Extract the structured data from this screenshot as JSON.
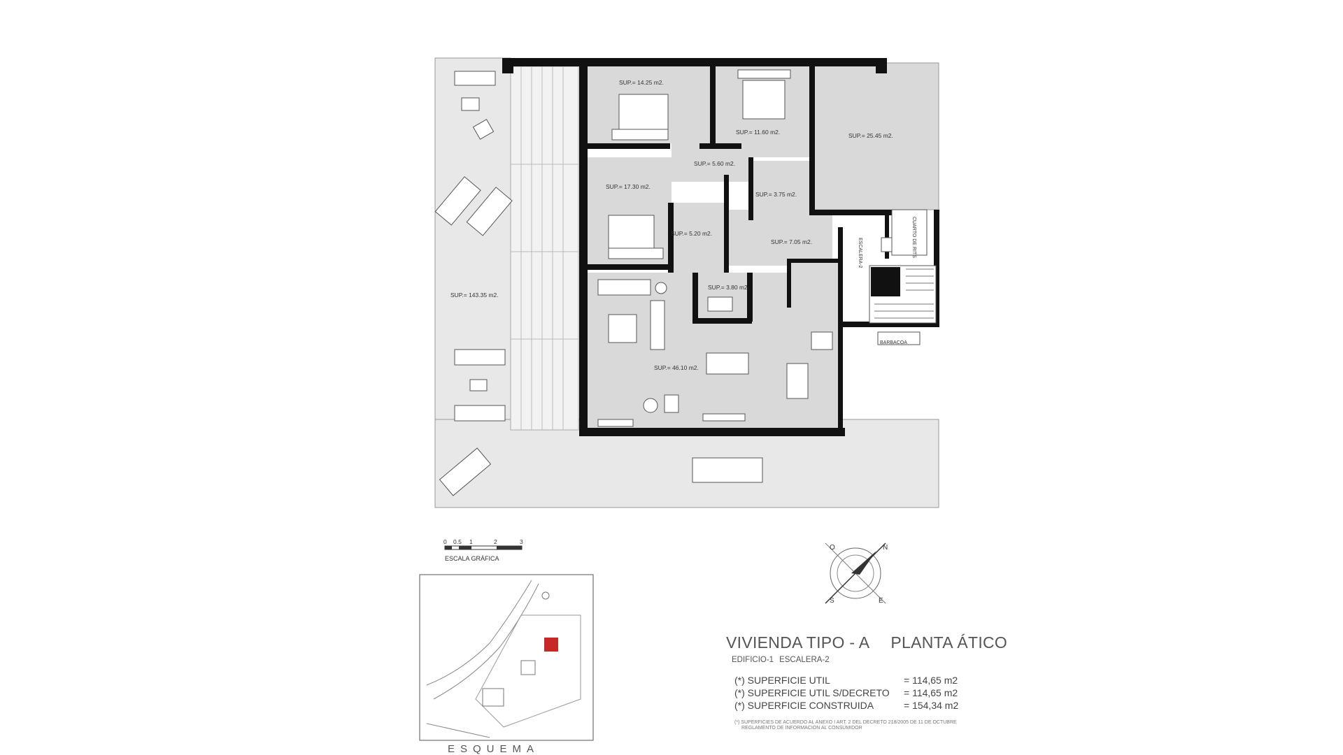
{
  "plan": {
    "rooms": [
      {
        "id": "bed1",
        "label": "SUP.= 14.25 m2."
      },
      {
        "id": "bed2",
        "label": "SUP.= 11.60 m2."
      },
      {
        "id": "terrace-ne",
        "label": "SUP.= 25.45 m2."
      },
      {
        "id": "hall",
        "label": "SUP.= 5.60 m2."
      },
      {
        "id": "bed3",
        "label": "SUP.= 17.30 m2."
      },
      {
        "id": "bath1",
        "label": "SUP.= 3.75 m2."
      },
      {
        "id": "bath2",
        "label": "SUP.= 5.20 m2."
      },
      {
        "id": "entry",
        "label": "SUP.= 7.05 m2."
      },
      {
        "id": "laundry",
        "label": "SUP.= 3.80 m2."
      },
      {
        "id": "terrace-w",
        "label": "SUP.= 143.35 m2."
      },
      {
        "id": "living",
        "label": "SUP.= 46.10 m2."
      }
    ],
    "stair_labels": {
      "cuarto": "CUARTO DE RITS",
      "escalera": "ESCALERA-2",
      "barbacoa": "BARBACOA"
    }
  },
  "scale": {
    "ticks": [
      "0",
      "0.5",
      "1",
      "2",
      "3"
    ],
    "label": "ESCALA GRÁFICA"
  },
  "compass": {
    "letters": [
      "O",
      "N",
      "S",
      "E"
    ]
  },
  "title": {
    "main": "VIVIENDA TIPO - A",
    "floor": "PLANTA ÁTICO"
  },
  "subtitle": {
    "building": "EDIFICIO-1",
    "stair": "ESCALERA-2"
  },
  "areas": [
    {
      "label": "(*) SUPERFICIE  UTIL",
      "value": "=  114,65 m2"
    },
    {
      "label": "(*) SUPERFICIE  UTIL S/DECRETO",
      "value": "=  114,65 m2"
    },
    {
      "label": "(*) SUPERFICIE  CONSTRUIDA",
      "value": "=  154,34 m2"
    }
  ],
  "footnote": {
    "line1": "(*) SUPERFICIES DE ACUERDO AL ANEXO I ART. 2 DEL DECRETO 218/2005 DE 11 DE OCTUBRE",
    "line2": "REGLAMENTO DE INFORMACION AL CONSUMIDOR"
  },
  "schema": {
    "label": "ESQUEMA"
  },
  "colors": {
    "wall": "#111111",
    "room_fill": "#d9d9d9",
    "terrace_fill": "#e8e8e8",
    "highlight": "#c62828"
  }
}
